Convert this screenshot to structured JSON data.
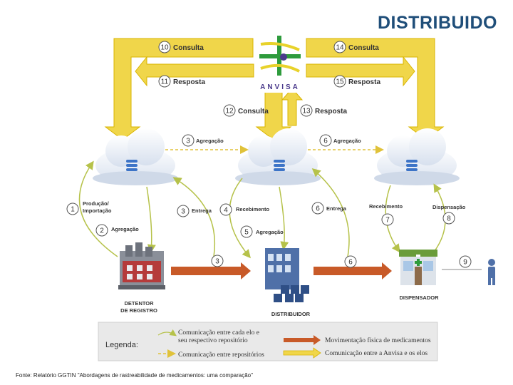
{
  "title": "DISTRIBUIDO",
  "source": "Fonte: Relatório GGTIN \"Abordagens de rastreabilidade de medicamentos: uma comparação\"",
  "anvisa_logo_text": "ANVISA",
  "top_labels": [
    {
      "num": "10",
      "text": "Consulta"
    },
    {
      "num": "11",
      "text": "Resposta"
    },
    {
      "num": "12",
      "text": "Consulta"
    },
    {
      "num": "13",
      "text": "Resposta"
    },
    {
      "num": "14",
      "text": "Consulta"
    },
    {
      "num": "15",
      "text": "Resposta"
    }
  ],
  "repo_labels": [
    {
      "num": "3",
      "text": "Agregação"
    },
    {
      "num": "6",
      "text": "Agregação"
    }
  ],
  "flow_labels": [
    {
      "num": "1",
      "text": "Produção/\nImportação"
    },
    {
      "num": "2",
      "text": "Agregação"
    },
    {
      "num": "3",
      "text": "Entrega"
    },
    {
      "num": "4",
      "text": "Recebimento"
    },
    {
      "num": "5",
      "text": "Agregação"
    },
    {
      "num": "6",
      "text": "Entrega"
    },
    {
      "num": "7",
      "text": "Recebimento"
    },
    {
      "num": "8",
      "text": "Dispensação"
    }
  ],
  "physical_nums": [
    "3",
    "6",
    "9"
  ],
  "actors": {
    "holder": "DETENTOR\nDE REGISTRO",
    "distributor": "DISTRIBUIDOR",
    "dispenser": "DISPENSADOR"
  },
  "legend": {
    "title": "Legenda:",
    "items": [
      "Comunicação entre cada elo e\nseu respectivo repositório",
      "Comunicação entre repositórios",
      "Movimentação física de medicamentos",
      "Comunicação entre a Anvisa e os elos"
    ]
  },
  "colors": {
    "title": "#1f4e79",
    "yellow_arrow": "#f0d64a",
    "yellow_arrow_edge": "#d9b400",
    "physical_arrow": "#c85a28",
    "cloud": "#e6ecf5",
    "db_icon": "#3d74c7",
    "anvisa_green": "#2e9b3c",
    "anvisa_purple": "#4b3b8c"
  }
}
